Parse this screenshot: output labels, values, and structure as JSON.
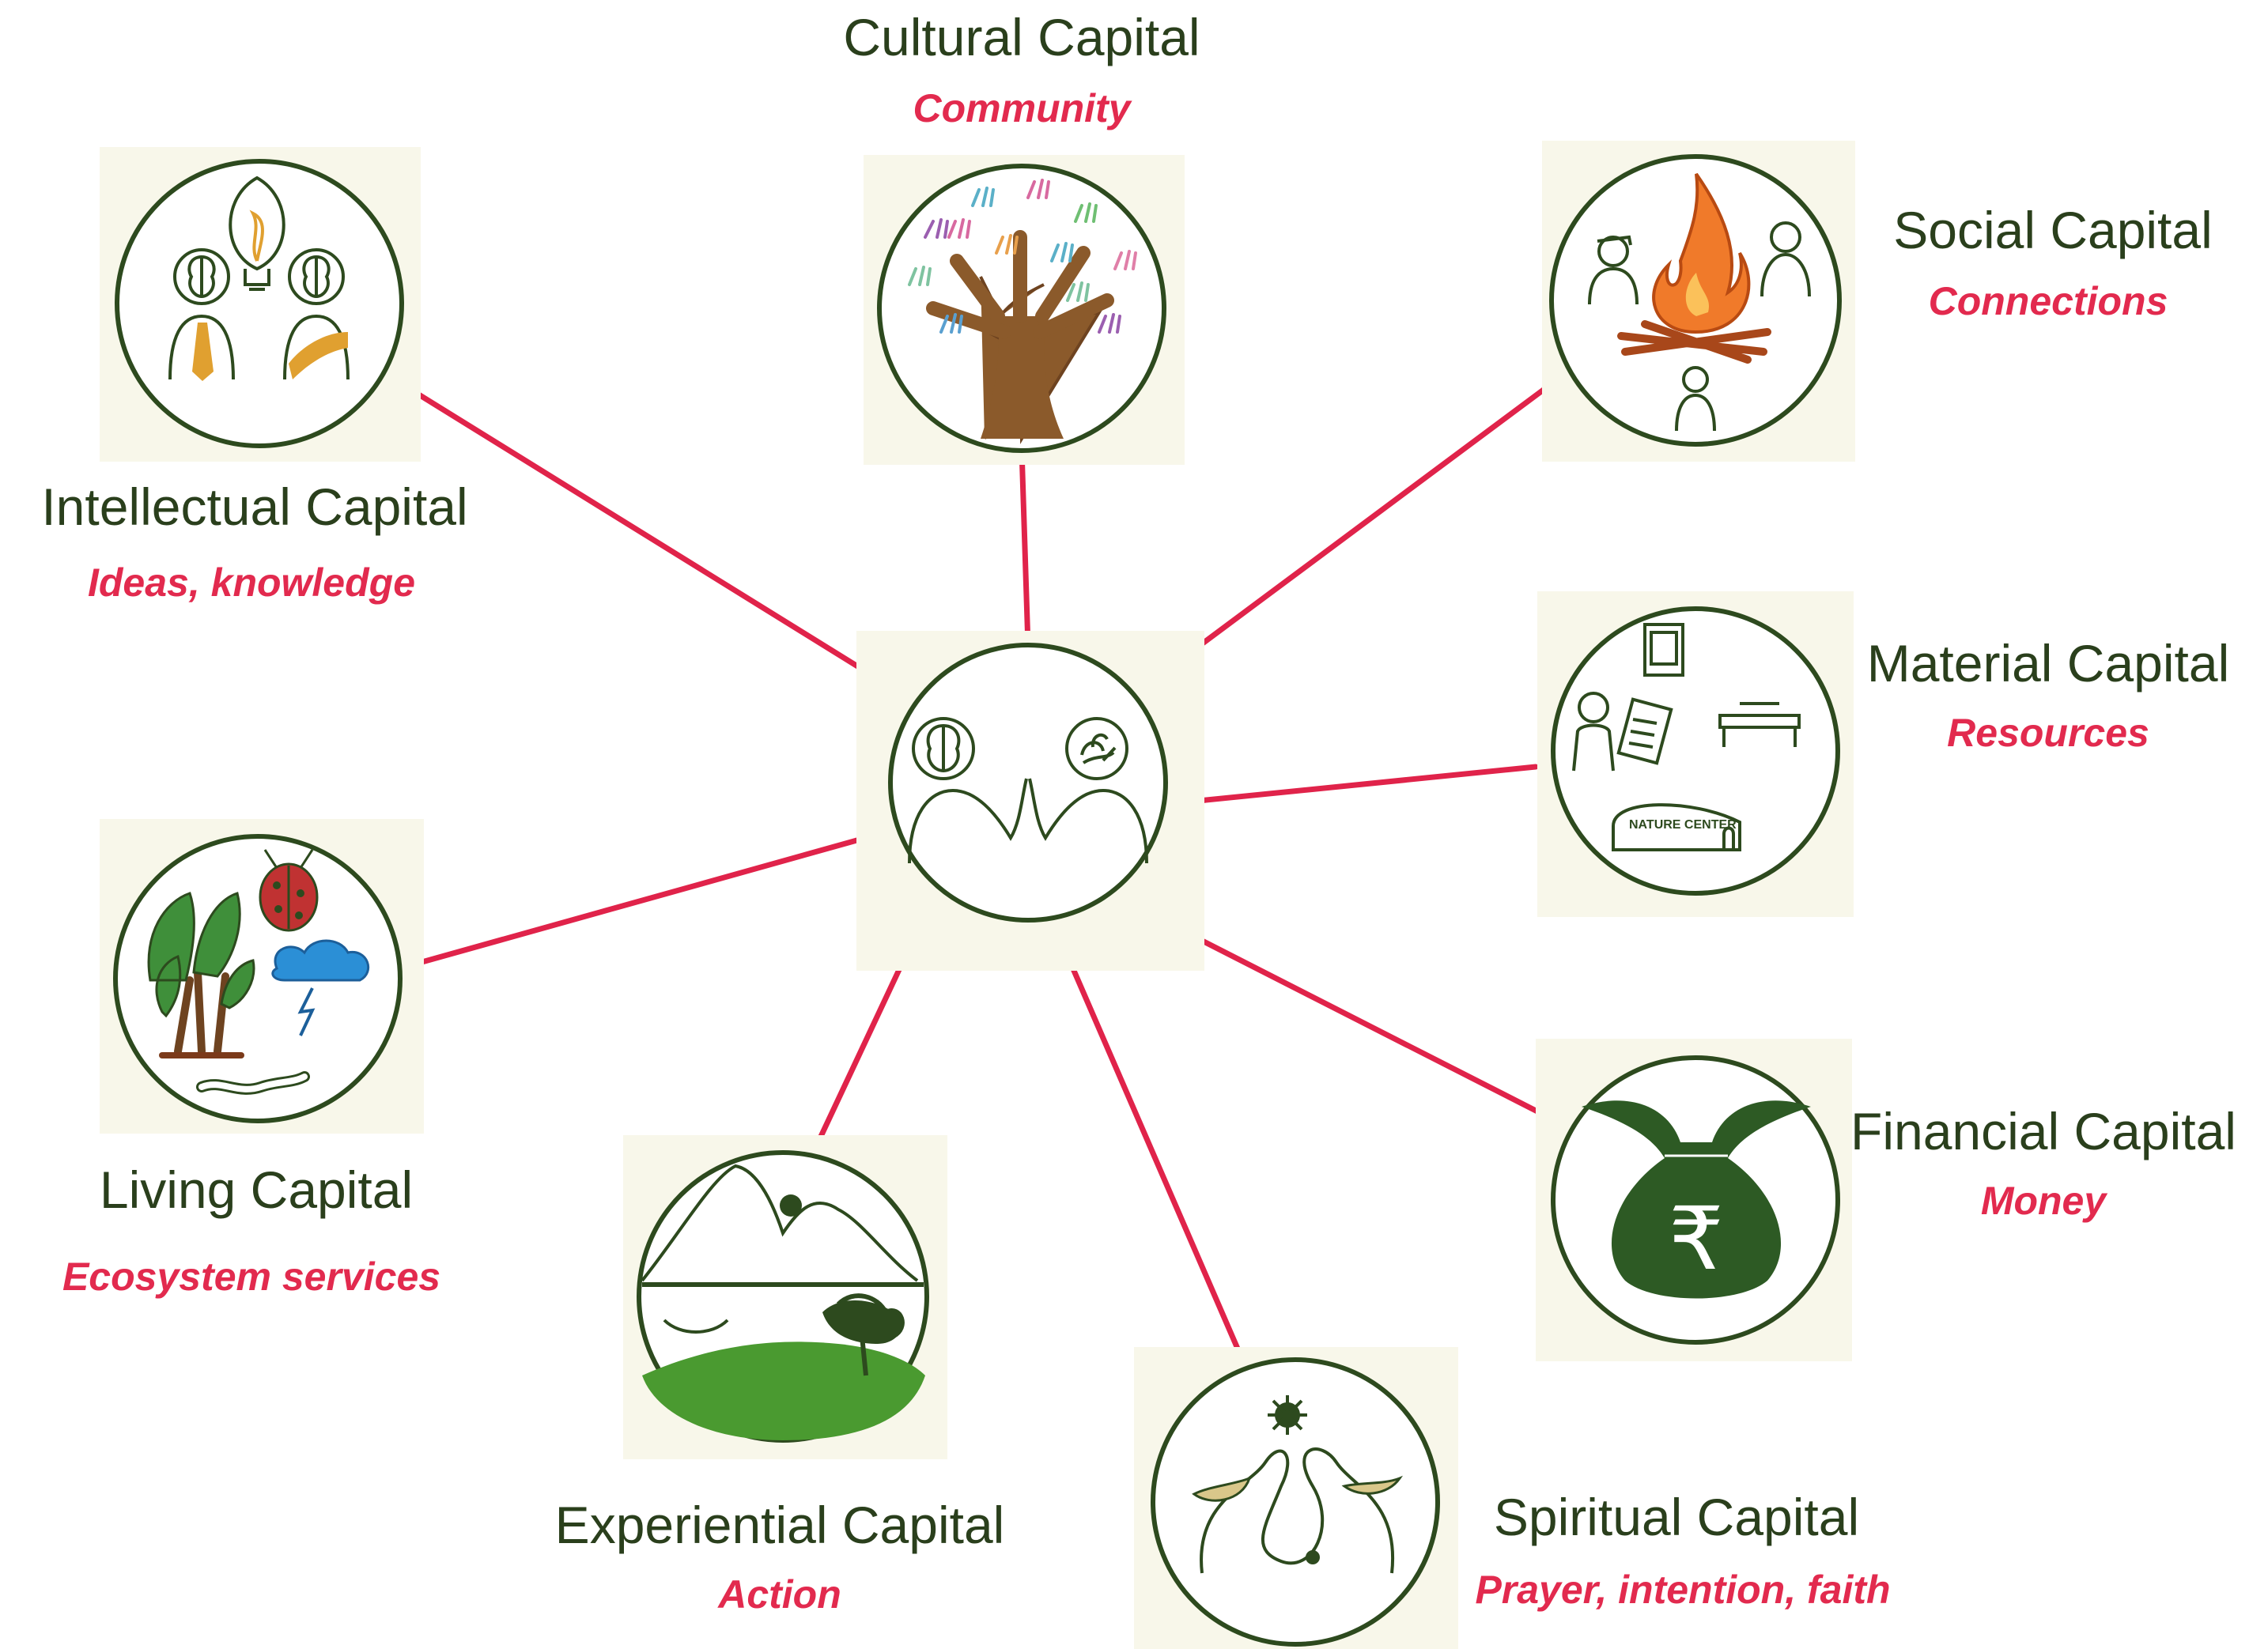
{
  "hub": {
    "icon": "two-people-brain-and-nature-icon"
  },
  "colors": {
    "title": "#2a3f1c",
    "subtitle": "#e22a4e",
    "connector": "#e0234a",
    "circle_stroke": "#2d4a1e",
    "icon_bg": "#f8f7ea"
  },
  "nodes": {
    "cultural": {
      "title": "Cultural Capital",
      "subtitle": "Community",
      "icon": "handprint-tree-icon"
    },
    "social": {
      "title": "Social Capital",
      "subtitle": "Connections",
      "icon": "campfire-people-icon"
    },
    "material": {
      "title": "Material Capital",
      "subtitle": "Resources",
      "icon": "nature-center-resources-icon"
    },
    "financial": {
      "title": "Financial Capital",
      "subtitle": "Money",
      "icon": "money-bag-icon"
    },
    "spiritual": {
      "title": "Spiritual Capital",
      "subtitle": "Prayer, intention, faith",
      "icon": "meditating-face-icon"
    },
    "experiential": {
      "title": "Experiential Capital",
      "subtitle": "Action",
      "icon": "landscape-canoe-icon"
    },
    "living": {
      "title": "Living Capital",
      "subtitle": "Ecosystem services",
      "icon": "tree-ladybug-cloud-icon"
    },
    "intellectual": {
      "title": "Intellectual Capital",
      "subtitle": "Ideas, knowledge",
      "icon": "lightbulb-brains-icon"
    },
    "center_label": "NATURE CENTER"
  }
}
